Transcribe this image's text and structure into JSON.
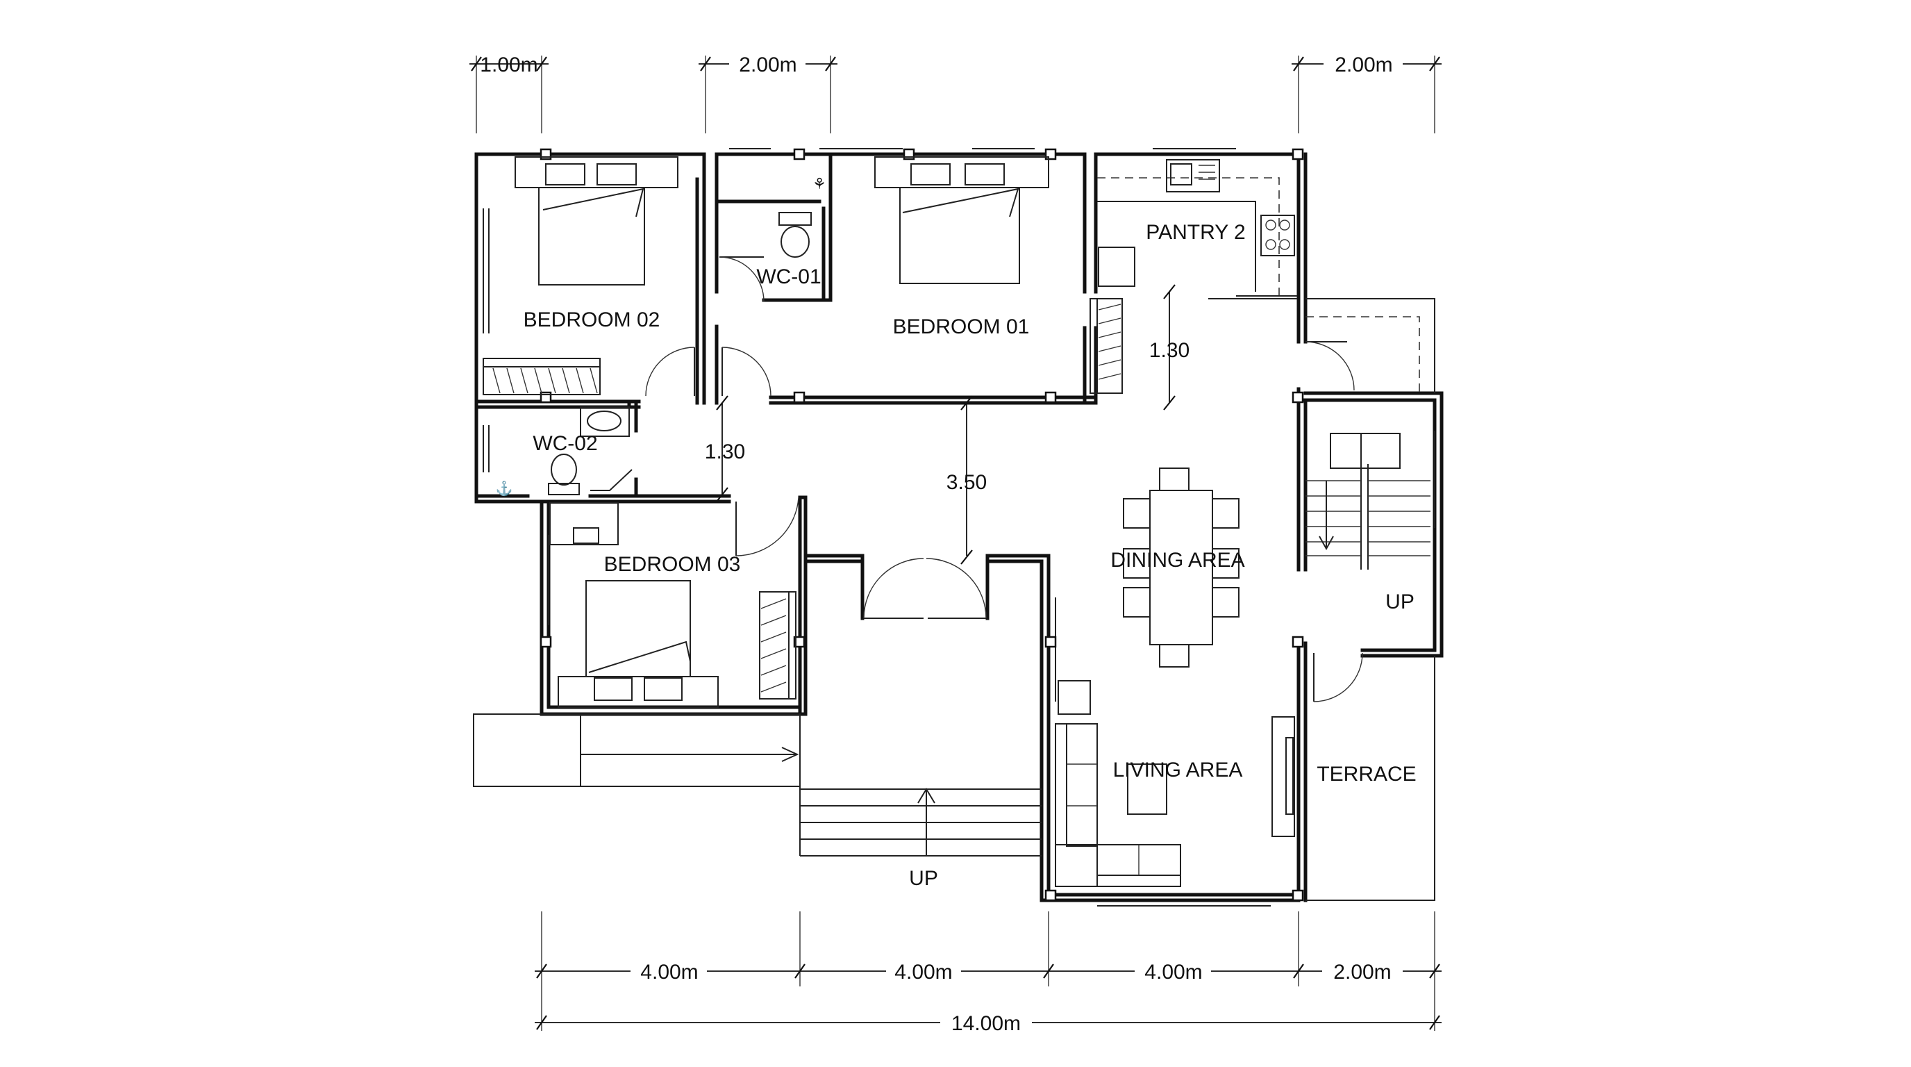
{
  "rooms": {
    "bedroom_02": "BEDROOM 02",
    "wc_01": "WC-01",
    "bedroom_01": "BEDROOM 01",
    "pantry_2": "PANTRY 2",
    "wc_02": "WC-02",
    "bedroom_03": "BEDROOM 03",
    "dining_area": "DINING AREA",
    "living_area": "LIVING AREA",
    "terrace": "TERRACE"
  },
  "stairs": {
    "up_right": "UP",
    "up_front": "UP"
  },
  "dimensions": {
    "top_left": "1.00m",
    "top_middle": "2.00m",
    "top_right": "2.00m",
    "bottom_1": "4.00m",
    "bottom_2": "4.00m",
    "bottom_3": "4.00m",
    "bottom_4": "2.00m",
    "overall": "14.00m",
    "corridor_left": "1.30",
    "corridor_center": "3.50",
    "corridor_right": "1.30"
  }
}
